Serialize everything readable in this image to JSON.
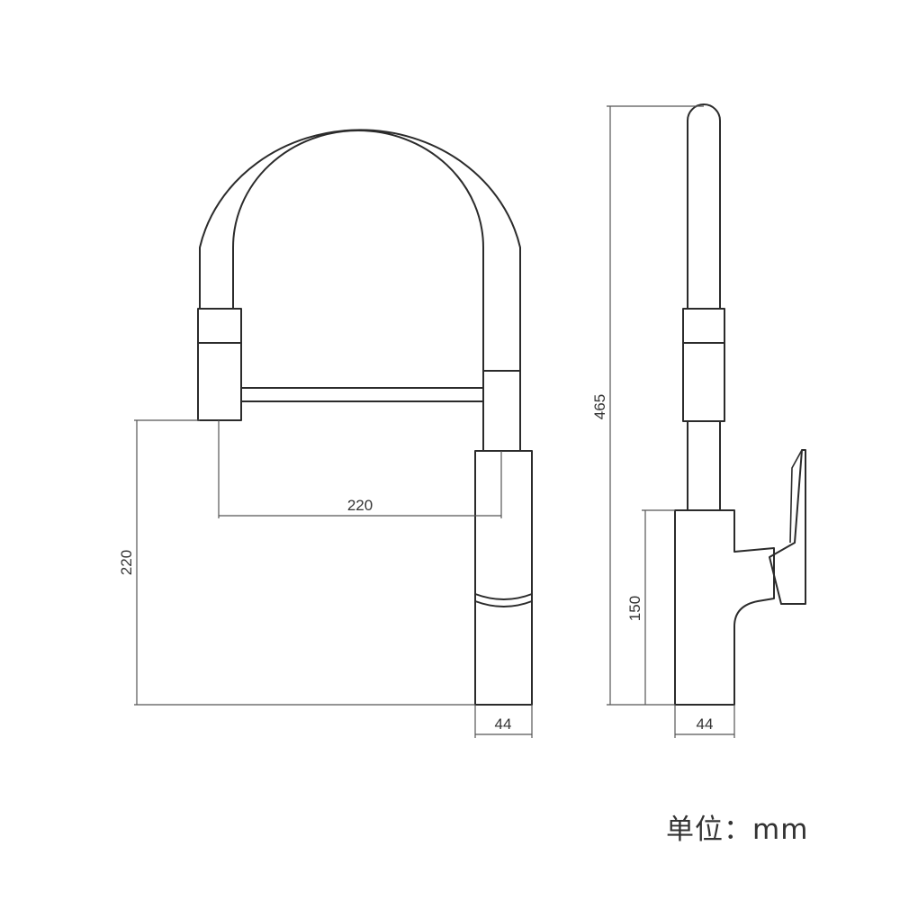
{
  "front_view": {
    "reach_dimension": "220",
    "height_dimension": "220",
    "base_width_dimension": "44"
  },
  "side_view": {
    "total_height_dimension": "465",
    "body_height_dimension": "150",
    "base_width_dimension": "44"
  },
  "unit_label": "单位：mm",
  "line_color": "#2b2b2b"
}
